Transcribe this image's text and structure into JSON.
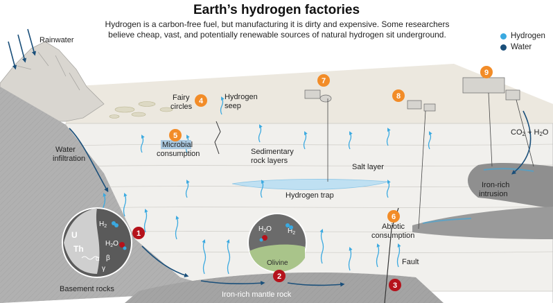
{
  "title": "Earth’s hydrogen factories",
  "subtitle": "Hydrogen is a carbon-free fuel, but manufacturing it is dirty and expensive. Some researchers believe cheap, vast, and potentially renewable sources of natural hydrogen sit underground.",
  "legend": {
    "hydrogen": "Hydrogen",
    "water": "Water",
    "hydrogen_color": "#3aa9e0",
    "water_color": "#1a4f7a"
  },
  "labels": {
    "rainwater": "Rainwater",
    "water_infiltration_1": "Water",
    "water_infiltration_2": "infiltration",
    "fairy_circles_1": "Fairy",
    "fairy_circles_2": "circles",
    "hydrogen_seep_1": "Hydrogen",
    "hydrogen_seep_2": "seep",
    "microbial_1": "Microbial",
    "microbial_2": "consumption",
    "sedimentary_1": "Sedimentary",
    "sedimentary_2": "rock layers",
    "salt_layer": "Salt layer",
    "hydrogen_trap": "Hydrogen trap",
    "abiotic_1": "Abiotic",
    "abiotic_2": "consumption",
    "fault": "Fault",
    "iron_intrusion_1": "Iron-rich",
    "iron_intrusion_2": "intrusion",
    "co2": "CO",
    "co2_sub": "2",
    "plus_h": " + H",
    "h2o_sub": "2",
    "o_suffix": "O",
    "basement_rocks": "Basement rocks",
    "mantle_rock": "Iron-rich mantle rock",
    "olivine": "Olivine",
    "inset1_u": "U",
    "inset1_th": "Th",
    "inset1_h2": "H",
    "inset1_h2o": "H",
    "inset1_alpha": "α",
    "inset1_beta": "β",
    "inset1_gamma": "γ",
    "inset2_h2o": "H",
    "inset2_h2": "H",
    "sub2": "2",
    "o": "O"
  },
  "markers": [
    {
      "n": "1",
      "kind": "red"
    },
    {
      "n": "2",
      "kind": "red"
    },
    {
      "n": "3",
      "kind": "red"
    },
    {
      "n": "4",
      "kind": "orange"
    },
    {
      "n": "5",
      "kind": "orange"
    },
    {
      "n": "6",
      "kind": "orange"
    },
    {
      "n": "7",
      "kind": "orange"
    },
    {
      "n": "8",
      "kind": "orange"
    },
    {
      "n": "9",
      "kind": "orange"
    }
  ],
  "colors": {
    "marker_red": "#b5121b",
    "marker_orange": "#f28c28",
    "hydrogen_arrow": "#3aa9e0",
    "water_arrow": "#1a4f7a"
  }
}
